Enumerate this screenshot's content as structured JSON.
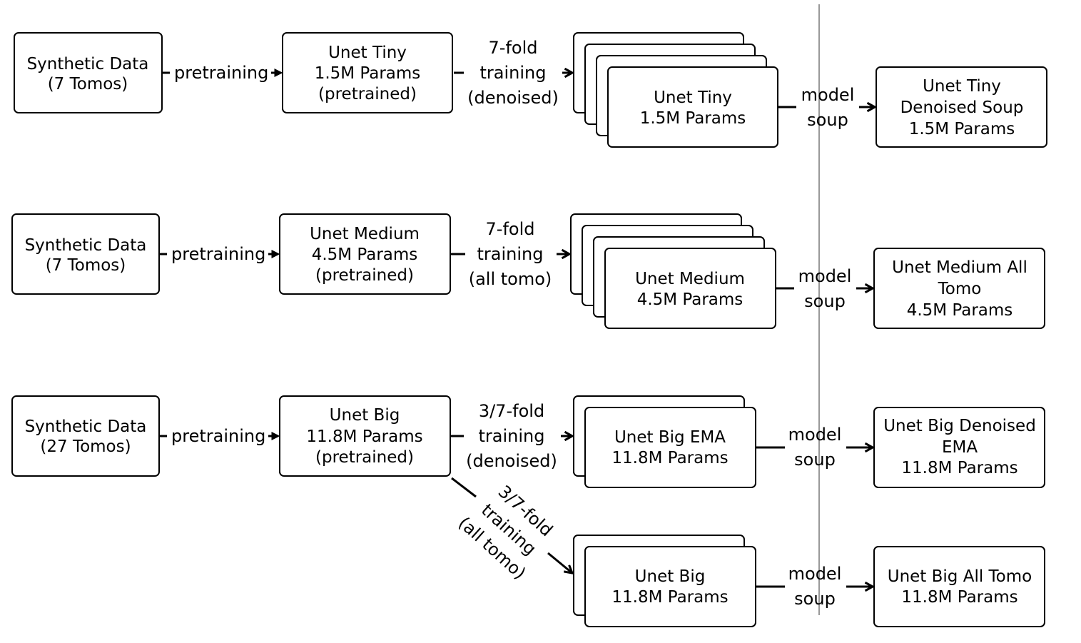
{
  "rows": [
    {
      "source": [
        "Synthetic Data",
        "(7 Tomos)"
      ],
      "pretrain_label": "pretraining",
      "pretrained": [
        "Unet Tiny",
        "1.5M Params",
        "(pretrained)"
      ],
      "branches": [
        {
          "training_label": [
            "7-fold",
            "training",
            "(denoised)"
          ],
          "model": [
            "Unet Tiny",
            "1.5M Params"
          ],
          "soup_label": [
            "model",
            "soup"
          ],
          "result": [
            "Unet Tiny",
            "Denoised Soup",
            "1.5M Params"
          ]
        }
      ]
    },
    {
      "source": [
        "Synthetic Data",
        "(7 Tomos)"
      ],
      "pretrain_label": "pretraining",
      "pretrained": [
        "Unet Medium",
        "4.5M Params",
        "(pretrained)"
      ],
      "branches": [
        {
          "training_label": [
            "7-fold",
            "training",
            "(all tomo)"
          ],
          "model": [
            "Unet Medium",
            "4.5M Params"
          ],
          "soup_label": [
            "model",
            "soup"
          ],
          "result": [
            "Unet Medium All",
            "Tomo",
            "4.5M Params"
          ]
        }
      ]
    },
    {
      "source": [
        "Synthetic Data",
        "(27 Tomos)"
      ],
      "pretrain_label": "pretraining",
      "pretrained": [
        "Unet Big",
        "11.8M Params",
        "(pretrained)"
      ],
      "branches": [
        {
          "training_label": [
            "3/7-fold",
            "training",
            "(denoised)"
          ],
          "model": [
            "Unet Big EMA",
            "11.8M Params"
          ],
          "soup_label": [
            "model",
            "soup"
          ],
          "result": [
            "Unet Big Denoised",
            "EMA",
            "11.8M Params"
          ]
        },
        {
          "training_label": [
            "3/7-fold",
            "training",
            "(all tomo)"
          ],
          "model": [
            "Unet Big",
            "11.8M Params"
          ],
          "soup_label": [
            "model",
            "soup"
          ],
          "result": [
            "Unet Big All Tomo",
            "11.8M Params"
          ]
        }
      ]
    }
  ]
}
